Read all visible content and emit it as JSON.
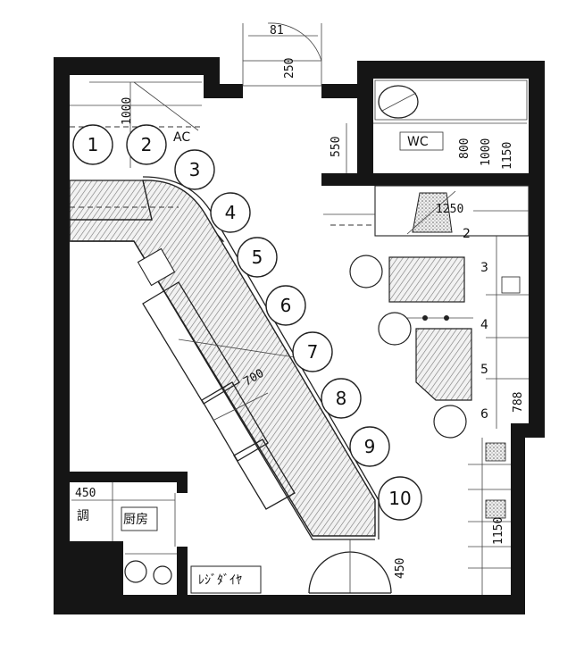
{
  "seats": [
    "1",
    "2",
    "3",
    "4",
    "5",
    "6",
    "7",
    "8",
    "9",
    "10"
  ],
  "side_seats": [
    "2",
    "3",
    "4",
    "5",
    "6"
  ],
  "labels": {
    "wc": "WC",
    "ac": "AC",
    "bottom_counter": "ﾚｼﾞﾀﾞｲﾔ",
    "left_room": "厨房",
    "left_room_small": "調"
  },
  "dimensions": {
    "top_81": "81",
    "top_250": "250",
    "top_1000": "1000",
    "wc_550": "550",
    "wc_800": "800",
    "wc_1000": "1000",
    "wc_1150": "1150",
    "side_1250": "1250",
    "counter_700": "700",
    "right_788": "788",
    "right_1150": "1150",
    "left_450": "450",
    "door_450": "450"
  },
  "colors": {
    "wall": "#151515",
    "ink": "#222222",
    "paper": "#ffffff",
    "hatch": "#8a8a8a"
  }
}
